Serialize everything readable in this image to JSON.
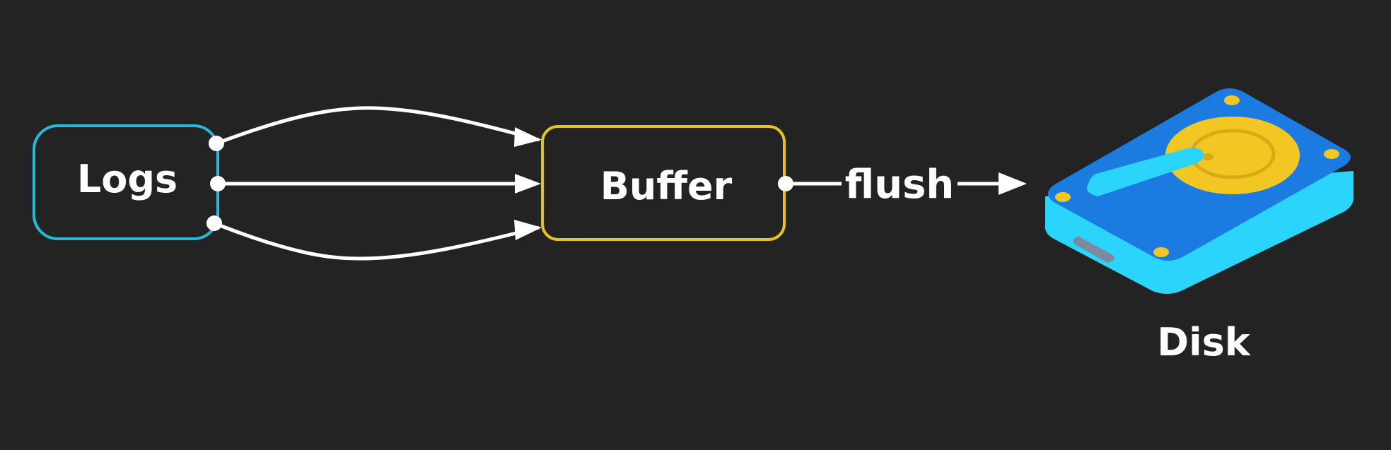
{
  "diagram": {
    "nodes": {
      "logs": {
        "label": "Logs",
        "border_color": "#2cb7d4"
      },
      "buffer": {
        "label": "Buffer",
        "border_color": "#e6c229"
      },
      "disk": {
        "label": "Disk",
        "icon": "hard-disk-icon"
      }
    },
    "edges": [
      {
        "from": "logs",
        "to": "buffer",
        "label": ""
      },
      {
        "from": "logs",
        "to": "buffer",
        "label": ""
      },
      {
        "from": "logs",
        "to": "buffer",
        "label": ""
      },
      {
        "from": "buffer",
        "to": "disk",
        "label": "flush"
      }
    ]
  },
  "colors": {
    "background": "#232323",
    "edge": "#ffffff",
    "disk_body": "#1c7be0",
    "disk_side": "#2ad4fa",
    "disk_platter": "#f2c724",
    "disk_arm": "#2ad4fa"
  }
}
